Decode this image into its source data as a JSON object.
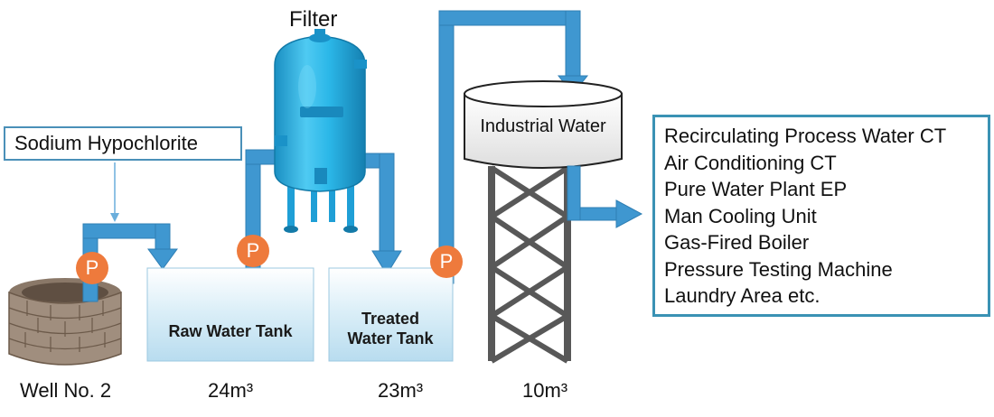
{
  "filter": {
    "label": "Filter"
  },
  "dosing": {
    "label": "Sodium Hypochlorite"
  },
  "pump_symbol": "P",
  "well": {
    "label": "Well No. 2"
  },
  "raw_tank": {
    "label": "Raw Water Tank",
    "volume": "24m³"
  },
  "treated_tank": {
    "label_line1": "Treated",
    "label_line2": "Water Tank",
    "volume": "23m³"
  },
  "elevated_tank": {
    "label": "Industrial Water",
    "volume": "10m³"
  },
  "uses": [
    "Recirculating Process Water CT",
    "Air Conditioning CT",
    "Pure Water Plant EP",
    "Man Cooling Unit",
    "Gas-Fired Boiler",
    "Pressure Testing Machine",
    "Laundry Area etc."
  ],
  "colors": {
    "pipe": "#3f97d0",
    "filter_body": "#26b3e6",
    "tank_fill_top": "#ffffff",
    "tank_fill_bottom": "#b8dcef",
    "pump": "#ee7a3c",
    "box_border": "#3a92b4"
  }
}
